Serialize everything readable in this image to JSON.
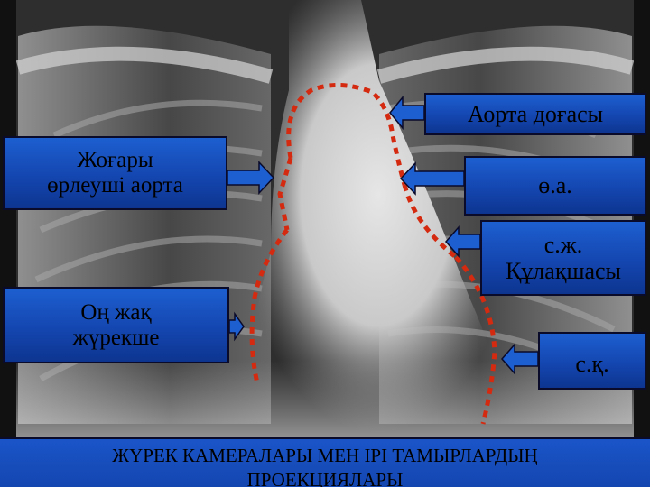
{
  "labels": {
    "aorta_arch": "Аорта доғасы",
    "ascending_aorta_line1": "Жоғары",
    "ascending_aorta_line2": "өрлеуші  аорта",
    "pulmonary_artery": "ө.а.",
    "left_atrium_line1": "с.ж.",
    "left_atrium_line2": "Құлақшасы",
    "right_atrium_line1": "Оң жақ",
    "right_atrium_line2": "жүрекше",
    "left_ventricle": "с.қ."
  },
  "caption": {
    "line1": "ЖҮРЕК КАМЕРАЛАРЫ МЕН ІРІ ТАМЫРЛАРДЫҢ",
    "line2": "ПРОЕКЦИЯЛАРЫ"
  },
  "colors": {
    "outline_dashes": "#d42a10",
    "arrow_fill": "#1d5fd0",
    "box_fill": "#1446b0"
  },
  "background": "chest-xray-image"
}
